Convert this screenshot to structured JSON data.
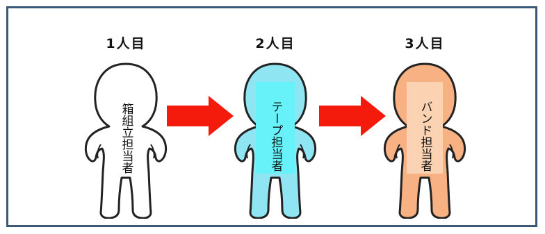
{
  "persons": [
    {
      "label": "1人目",
      "role": "箱組立担当者",
      "fill": "#ffffff",
      "highlight": ""
    },
    {
      "label": "2人目",
      "role": "テープ担当者",
      "fill": "#8fe6f2",
      "highlight": "#66f2f8"
    },
    {
      "label": "3人目",
      "role": "バンド担当者",
      "fill": "#f7b183",
      "highlight": "#fbd3b3"
    }
  ],
  "colors": {
    "border": "#3b5878",
    "arrow": "#f41a0c",
    "outline": "#222222"
  }
}
